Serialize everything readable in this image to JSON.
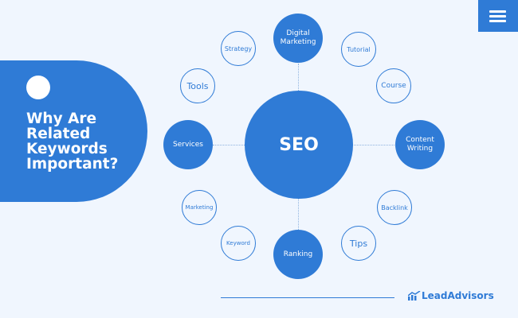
{
  "title": "Why Are Related Keywords Important?",
  "center": "SEO",
  "primary": {
    "top": "Digital Marketing",
    "bottom": "Ranking",
    "left": "Services",
    "right": "Content Writing"
  },
  "secondary": {
    "strategy": "Strategy",
    "tutorial": "Tutorial",
    "tools": "Tools",
    "course": "Course",
    "marketing": "Marketing",
    "backlink": "Backlink",
    "keyword": "Keyword",
    "tips": "Tips"
  },
  "brand": "LeadAdvisors",
  "colors": {
    "accent": "#2f7bd6",
    "background": "#f0f6fe"
  }
}
